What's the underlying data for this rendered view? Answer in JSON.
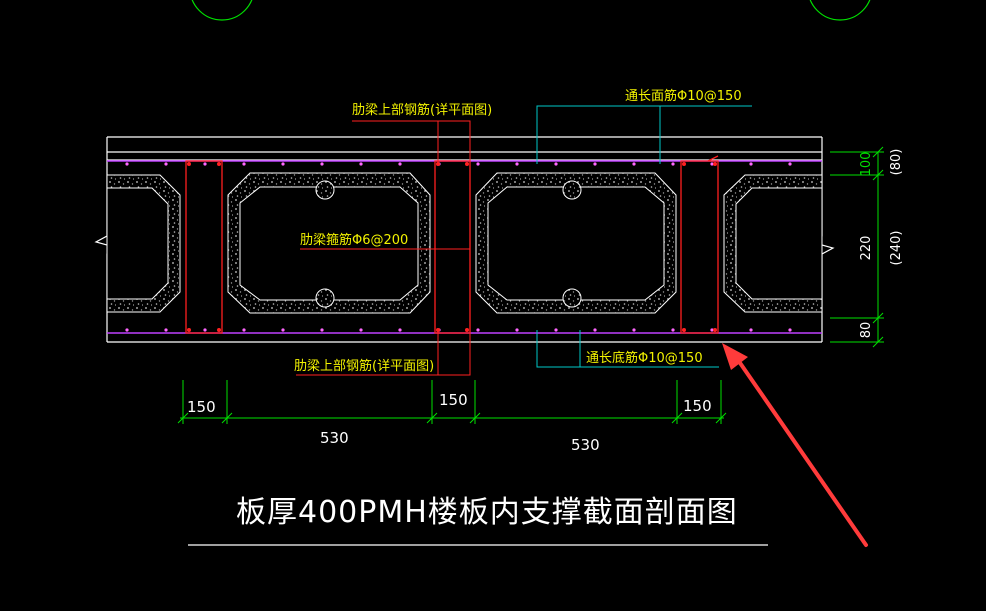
{
  "labels": {
    "rib_top_bar_upper": "肋梁上部钢筋(详平面图)",
    "top_long_bar": "通长面筋Φ10@150",
    "stirrup": "肋梁箍筋Φ6@200",
    "rib_top_bar_lower": "肋梁上部钢筋(详平面图)",
    "bottom_long_bar": "通长底筋Φ10@150"
  },
  "vertical_dims": {
    "top": "100",
    "top_alt": "(80)",
    "middle": "220",
    "middle_alt": "(240)",
    "bottom": "80"
  },
  "horizontal_dims": {
    "rib_1": "150",
    "rib_2": "150",
    "rib_3": "150",
    "span_1": "530",
    "span_2": "530"
  },
  "title": "板厚400PMH楼板内支撑截面剖面图",
  "colors": {
    "background": "#000000",
    "concrete_outline": "#ffffff",
    "rebar": "#ff2020",
    "slab_rebar": "#c040ff",
    "label_yellow": "#f2f200",
    "dimension": "#00e000",
    "leader_cyan": "#00c8c8",
    "arrow": "#ff3b3b"
  }
}
